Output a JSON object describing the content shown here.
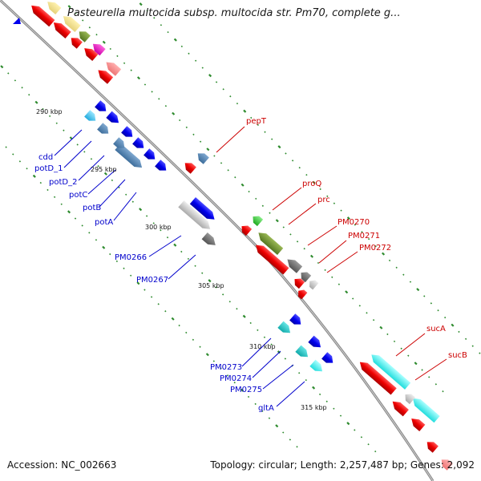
{
  "title": "Pasteurella multocida subsp. multocida str. Pm70, complete g...",
  "footer": {
    "accession": "Accession: NC_002663",
    "summary": "Topology: circular; Length: 2,257,487 bp; Genes: 2,092"
  },
  "colors": {
    "backbone": "#8c8c8c",
    "tick": "#2e8b2e",
    "forward_label": "#0000cc",
    "reverse_label": "#cc0000"
  },
  "kbp_marks": [
    "290 kbp",
    "295 kbp",
    "300 kbp",
    "305 kbp",
    "310 kbp",
    "315 kbp"
  ],
  "forward_genes": [
    "cdd",
    "potD_1",
    "potD_2",
    "potC",
    "potB",
    "potA",
    "PM0266",
    "PM0267",
    "PM0273",
    "PM0274",
    "PM0275",
    "gltA"
  ],
  "reverse_genes": [
    "pepT",
    "proQ",
    "prc",
    "PM0270",
    "PM0271",
    "PM0272",
    "sucA",
    "sucB"
  ]
}
